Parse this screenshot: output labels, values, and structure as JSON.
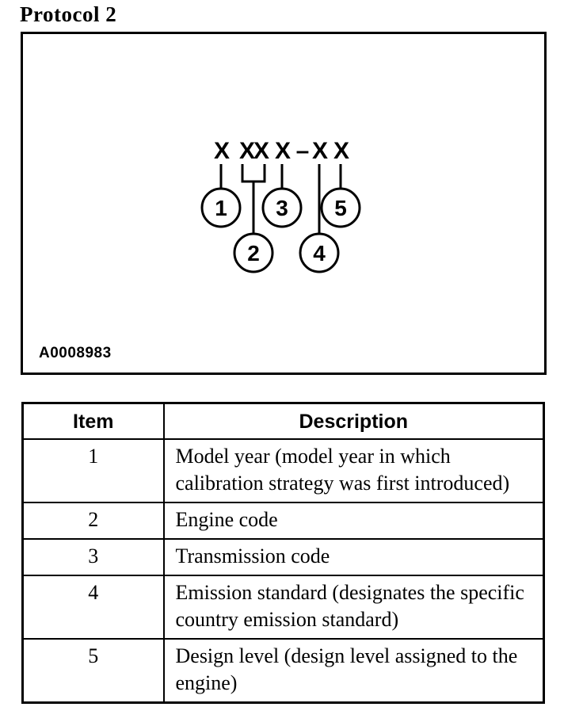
{
  "page": {
    "heading": "Protocol 2"
  },
  "figure": {
    "figure_id": "A0008983",
    "code_segments": [
      "X",
      "XX",
      "X",
      "–",
      "X",
      "X"
    ],
    "callouts": [
      "1",
      "2",
      "3",
      "4",
      "5"
    ]
  },
  "table": {
    "headers": {
      "item": "Item",
      "description": "Description"
    },
    "rows": [
      {
        "item": "1",
        "description": "Model year (model year in which calibration strategy was first introduced)"
      },
      {
        "item": "2",
        "description": "Engine code"
      },
      {
        "item": "3",
        "description": "Transmission code"
      },
      {
        "item": "4",
        "description": "Emission standard (designates the specific country emission standard)"
      },
      {
        "item": "5",
        "description": "Design level (design level assigned to the engine)"
      }
    ]
  }
}
